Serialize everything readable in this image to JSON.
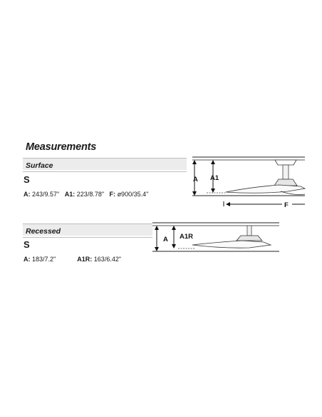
{
  "section_title": "Measurements",
  "surface": {
    "label": "Surface",
    "size": "S",
    "specs": [
      {
        "key": "A:",
        "value": "243/9.57\""
      },
      {
        "key": "A1:",
        "value": "223/8.78\""
      },
      {
        "key": "F:",
        "value": "ø900/35.4''"
      }
    ],
    "diagram_labels": {
      "a": "A",
      "a1": "A1",
      "f": "F"
    }
  },
  "recessed": {
    "label": "Recessed",
    "size": "S",
    "specs": [
      {
        "key": "A:",
        "value": "183/7.2\""
      },
      {
        "key": "A1R:",
        "value": "163/6.42\""
      }
    ],
    "diagram_labels": {
      "a": "A",
      "a1r": "A1R"
    }
  }
}
